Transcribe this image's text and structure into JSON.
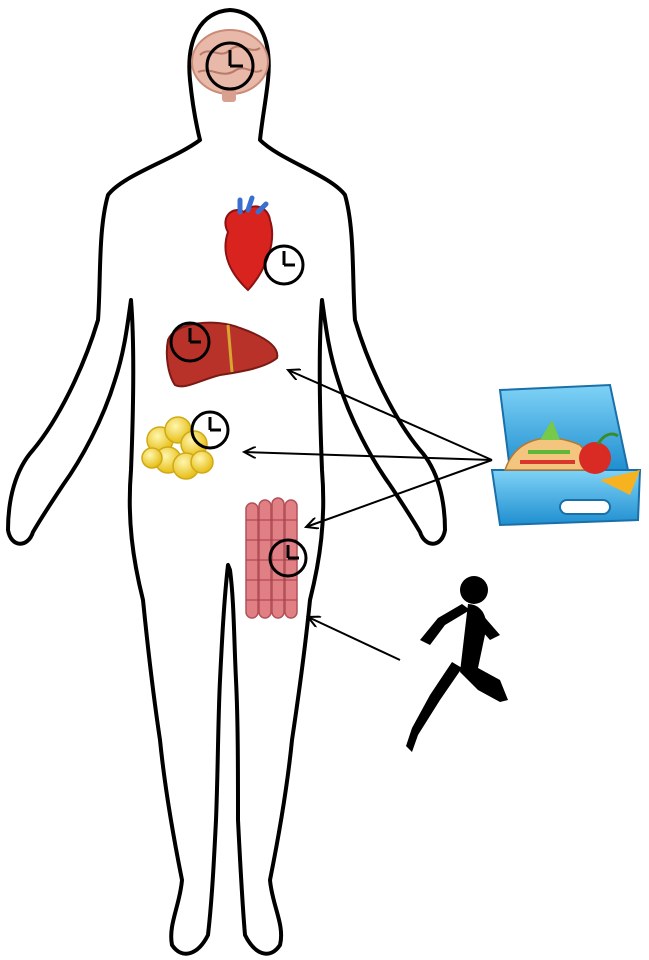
{
  "diagram": {
    "nodes": [
      {
        "id": "brain",
        "icon": "brain-icon",
        "has_clock": true
      },
      {
        "id": "heart",
        "icon": "heart-icon",
        "has_clock": true
      },
      {
        "id": "liver",
        "icon": "liver-icon",
        "has_clock": true
      },
      {
        "id": "adipose",
        "icon": "fat-cells-icon",
        "has_clock": true
      },
      {
        "id": "muscle",
        "icon": "muscle-fibers-icon",
        "has_clock": true
      },
      {
        "id": "food",
        "icon": "lunchbox-icon",
        "has_clock": false
      },
      {
        "id": "exercise",
        "icon": "runner-icon",
        "has_clock": false
      }
    ],
    "edges": [
      {
        "from": "food",
        "to": "liver"
      },
      {
        "from": "food",
        "to": "adipose"
      },
      {
        "from": "food",
        "to": "muscle"
      },
      {
        "from": "exercise",
        "to": "muscle"
      }
    ]
  },
  "colors": {
    "outline": "#000000",
    "brain": "#e8b8a8",
    "heart": "#d8231e",
    "liver": "#b8322a",
    "fat": "#f6d63b",
    "muscle": "#e07f84",
    "lunchbox": "#3fb0e6",
    "runner": "#000000"
  }
}
